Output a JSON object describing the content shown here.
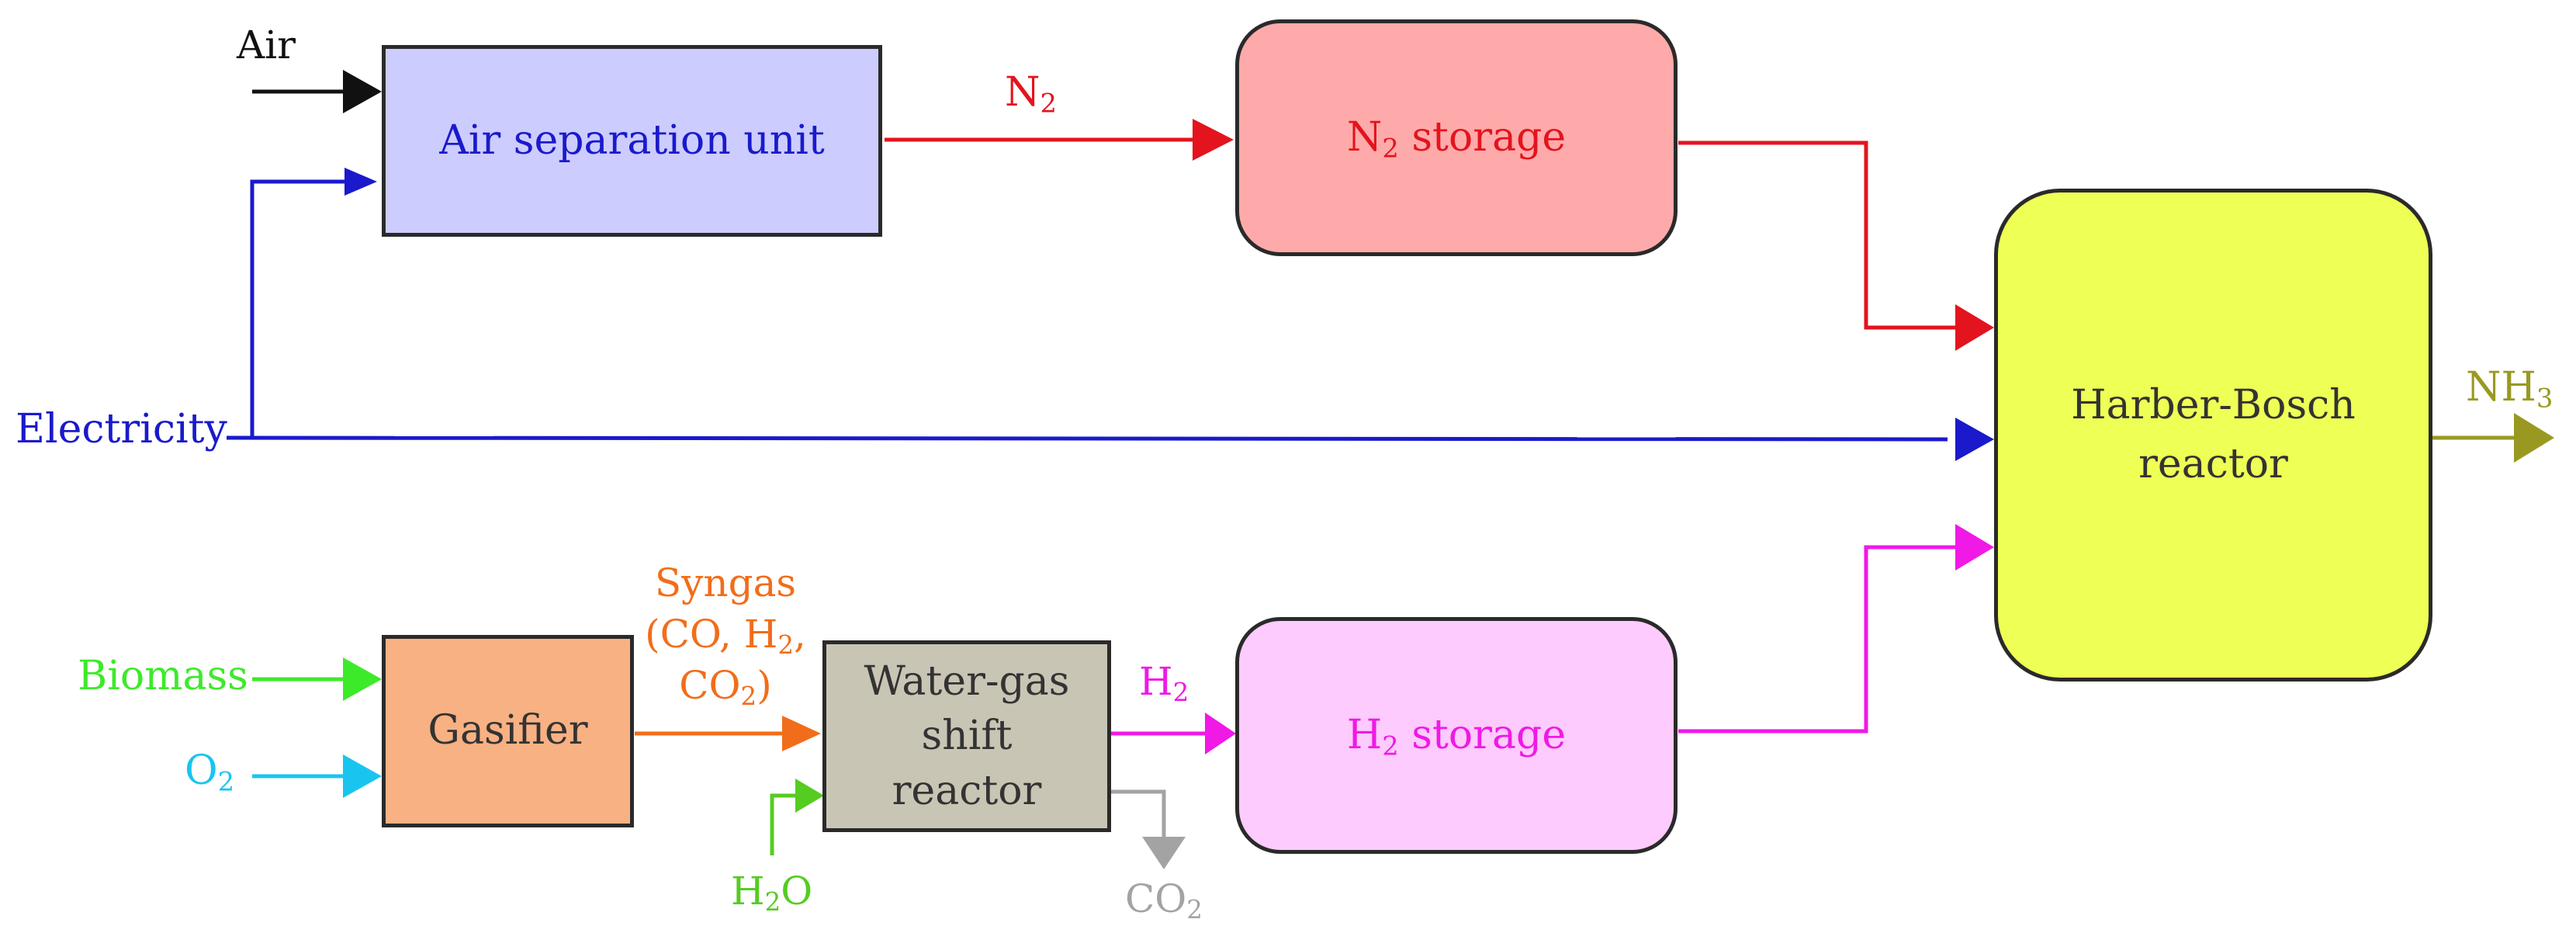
{
  "colors": {
    "black": "#111111",
    "blue": "#1a1acc",
    "red": "#e3141e",
    "green": "#3dea2a",
    "cyan": "#19c5ef",
    "orange": "#f26d19",
    "magenta": "#f019e6",
    "lime": "#55cc22",
    "gray": "#a3a3a3",
    "olive": "#999922",
    "asu_fill": "#ccccff",
    "n2_fill": "#ffaaaa",
    "gasifier_fill": "#f8b183",
    "wgs_fill": "#c9c5b5",
    "h2_fill": "#fdcbfd",
    "hb_fill": "#eeff55"
  },
  "units": {
    "asu": "Air separation unit",
    "n2_storage": {
      "main": "N",
      "sub": "2",
      "rest": " storage"
    },
    "gasifier": "Gasifier",
    "wgs": {
      "line1": "Water-gas",
      "line2": "shift",
      "line3": "reactor"
    },
    "h2_storage": {
      "main": "H",
      "sub": "2",
      "rest": " storage"
    },
    "hb": {
      "line1": "Harber-Bosch",
      "line2": "reactor"
    }
  },
  "streams": {
    "air": "Air",
    "electricity": "Electricity",
    "biomass": "Biomass",
    "o2": {
      "main": "O",
      "sub": "2"
    },
    "n2": {
      "main": "N",
      "sub": "2"
    },
    "syngas": {
      "line1": "Syngas",
      "line2_a": "(CO, H",
      "line2_sub": "2",
      "line2_b": ",",
      "line3_a": "CO",
      "line3_sub": "2",
      "line3_b": ")"
    },
    "h2": {
      "main": "H",
      "sub": "2"
    },
    "h2o": {
      "a": "H",
      "sub": "2",
      "b": "O"
    },
    "co2": {
      "a": "CO",
      "sub": "2"
    },
    "nh3": {
      "a": "NH",
      "sub": "3"
    }
  }
}
